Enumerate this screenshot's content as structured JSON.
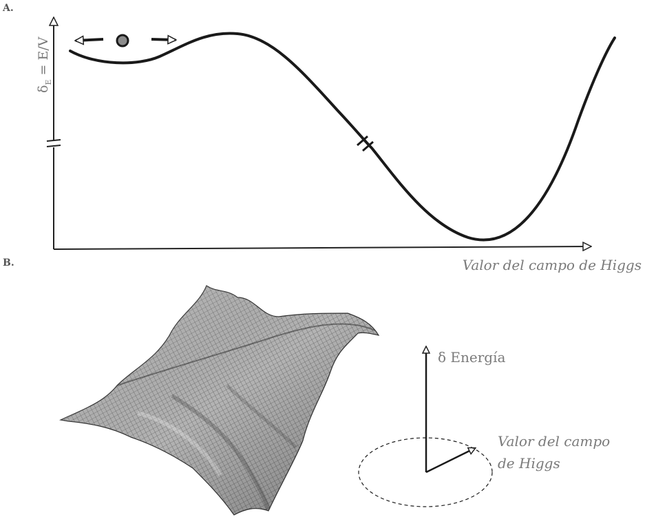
{
  "panels": {
    "a": {
      "label": "A.",
      "y_axis_label": "δE = E/V",
      "y_axis_label_main": "δ",
      "y_axis_label_sub": "E",
      "y_axis_label_rest": " = E/V",
      "x_axis_label": "Valor del campo de Higgs"
    },
    "b": {
      "label": "B.",
      "energy_label": "δ Energía",
      "field_label_line1": "Valor del campo",
      "field_label_line2": "de Higgs"
    }
  },
  "icons": {
    "ball": "ball-icon",
    "left_arrow": "arrow-left-icon",
    "right_arrow": "arrow-right-icon"
  },
  "colors": {
    "curve": "#1a1a1a",
    "text": "#7a7a7a",
    "surface_fill": "#b8b8b8",
    "surface_line": "#3a3a3a",
    "ball_fill": "#8c8c8c"
  }
}
